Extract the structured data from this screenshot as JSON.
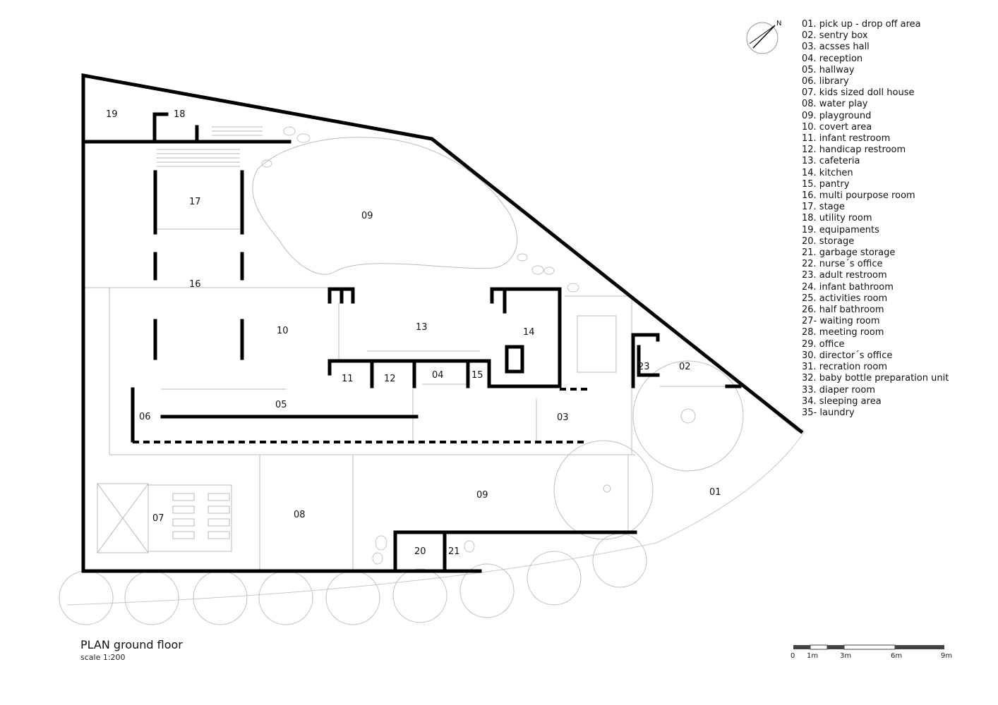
{
  "title": "PLAN ground floor",
  "scale": "scale 1:200",
  "north": "N",
  "legend": [
    "01. pick up - drop off area",
    "02. sentry box",
    "03. acsses hall",
    "04. reception",
    "05. hallway",
    "06. library",
    "07. kids sized doll house",
    "08. water play",
    "09. playground",
    "10. covert area",
    "11. infant restroom",
    "12. handicap restroom",
    "13. cafeteria",
    "14. kitchen",
    "15. pantry",
    "16. multi pourpose room",
    "17. stage",
    "18. utility room",
    "19. equipaments",
    "20. storage",
    "21. garbage storage",
    "22. nurse´s office",
    "23. adult restroom",
    "24. infant bathroom",
    "25. activities room",
    "26. half bathroom",
    "27- waiting room",
    "28. meeting room",
    "29. office",
    "30. director´s office",
    "31. recration room",
    "32. baby bottle preparation unit",
    "33. diaper room",
    "34. sleeping area",
    "35- laundry"
  ],
  "rooms": {
    "r19": "19",
    "r18": "18",
    "r17": "17",
    "r16": "16",
    "r09a": "09",
    "r10": "10",
    "r13": "13",
    "r14": "14",
    "r23": "23",
    "r02": "02",
    "r11": "11",
    "r12": "12",
    "r04": "04",
    "r15": "15",
    "r06": "06",
    "r05": "05",
    "r03": "03",
    "r01": "01",
    "r07": "07",
    "r08": "08",
    "r09b": "09",
    "r20": "20",
    "r21": "21"
  },
  "scale_bar": [
    "0",
    "1m",
    "3m",
    "6m",
    "9m"
  ]
}
